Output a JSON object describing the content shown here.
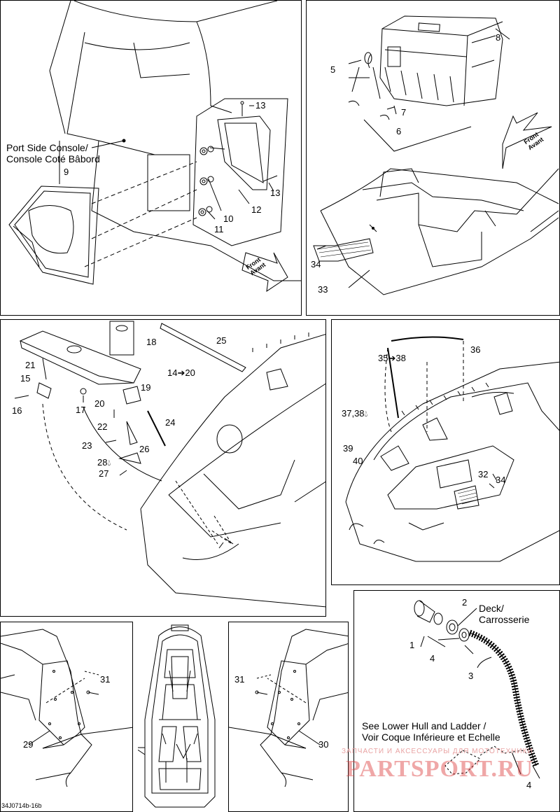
{
  "panels": {
    "port_console": {
      "note_line1": "Port Side Console/",
      "note_line2": "Console Coté Bâbord",
      "labels": {
        "l9": "9",
        "l10": "10",
        "l11": "11",
        "l12": "12",
        "l13a": "13",
        "l13b": "13"
      },
      "front_line1": "Front",
      "front_line2": "Avant"
    },
    "cooler": {
      "labels": {
        "l5": "5",
        "l6": "6",
        "l7": "7",
        "l8": "8",
        "l33": "33",
        "l34": "34"
      },
      "front_line1": "Front",
      "front_line2": "Avant"
    },
    "front_storage": {
      "labels": {
        "l14_20": "14➔20",
        "l15": "15",
        "l16": "16",
        "l17": "17",
        "l18": "18",
        "l19": "19",
        "l20": "20",
        "l21": "21",
        "l22": "22",
        "l23": "23",
        "l24": "24",
        "l25": "25",
        "l26": "26",
        "l27": "27",
        "l28": "28"
      }
    },
    "bow_storage": {
      "labels": {
        "l35_38": "35➔38",
        "l36": "36",
        "l37_38": "37,38",
        "l39": "39",
        "l40": "40",
        "l32": "32",
        "l34": "34"
      }
    },
    "side_panels": {
      "labels": {
        "l29": "29",
        "l30": "30",
        "l31a": "31",
        "l31b": "31"
      }
    },
    "drain": {
      "labels": {
        "l1": "1",
        "l2": "2",
        "l3": "3",
        "l4a": "4",
        "l4b": "4"
      },
      "deck_line1": "Deck/",
      "deck_line2": "Carrosserie",
      "note_line1": "See Lower Hull and Ladder /",
      "note_line2": "Voir Coque Inférieure et Echelle"
    }
  },
  "figure_code": "34J0714b-16b",
  "watermark": {
    "small_text": "ЗАПЧАСТИ И АКСЕССУАРЫ ДЛЯ МОТОТЕХНИКИ",
    "large_text": "PARTSPORT.RU"
  },
  "colors": {
    "line": "#000000",
    "watermark": "#e05050",
    "background": "#ffffff"
  }
}
